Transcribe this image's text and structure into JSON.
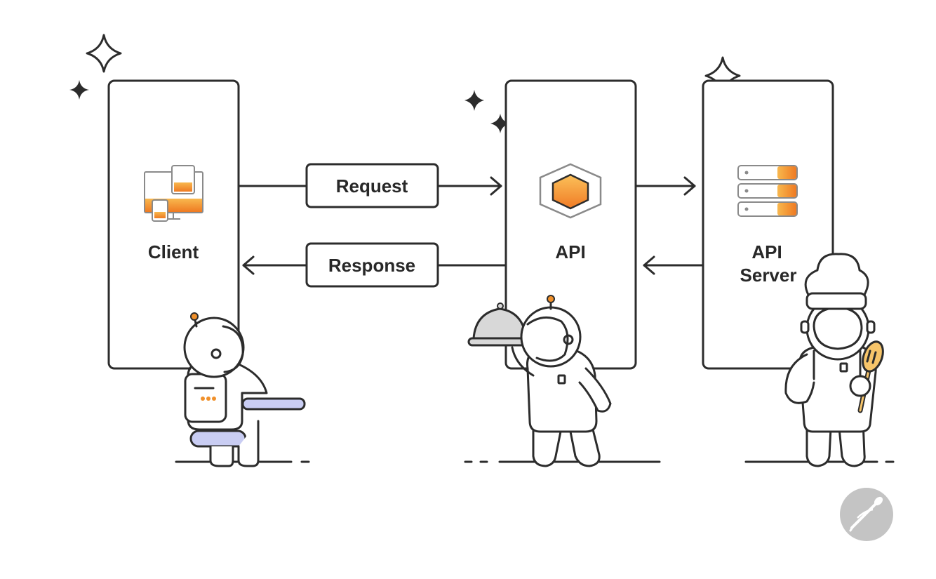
{
  "nodes": {
    "client": {
      "label": "Client"
    },
    "api": {
      "label": "API"
    },
    "server": {
      "line1": "API",
      "line2": "Server"
    }
  },
  "edges": {
    "request": {
      "label": "Request"
    },
    "response": {
      "label": "Response"
    }
  },
  "colors": {
    "ink": "#2c2c2c",
    "accent_orange": "#f0902a",
    "accent_yellow": "#f7c56a",
    "chair_lavender": "#c9cdf3",
    "logo_gray": "#c4c4c4"
  },
  "icons": {
    "client": "devices-icon",
    "api": "hexagon-icon",
    "server": "server-rack-icon",
    "brand": "postman-logo"
  }
}
